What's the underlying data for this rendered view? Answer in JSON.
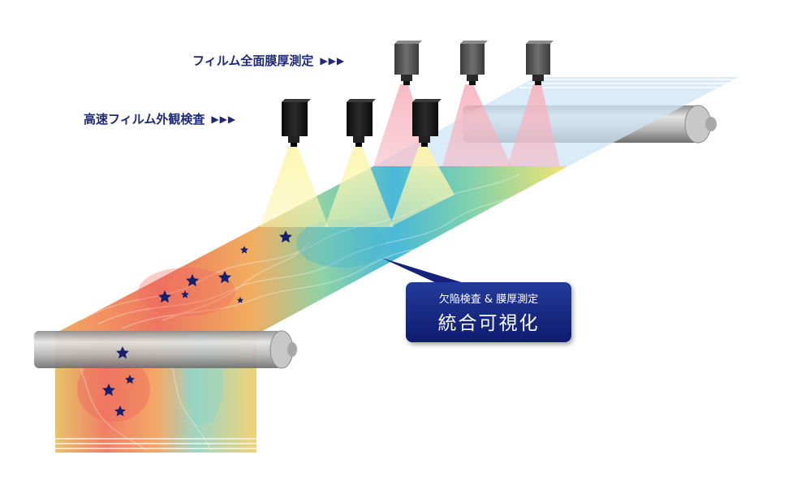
{
  "labels": {
    "thickness_measure": "フィルム全面膜厚測定",
    "thickness_arrows": "▶▶▶",
    "appearance_inspect": "高速フィルム外観検査",
    "appearance_arrows": "▶▶▶"
  },
  "callout": {
    "line1": "欠陥検査 & 膜厚測定",
    "line2": "統合可視化"
  },
  "colors": {
    "label_text": "#1f2a78",
    "callout_bg": "#0e1c6e",
    "defect_star": "#16206e",
    "camera_body": "#1a1a1a",
    "camera_gray": "#555555",
    "yellow_beam": "#f5f0a0",
    "pink_beam": "#f4a7b3",
    "film_light_blue": "#cfe6f7"
  },
  "icons": [
    "camera-icon",
    "star-defect-icon",
    "roller-icon"
  ]
}
